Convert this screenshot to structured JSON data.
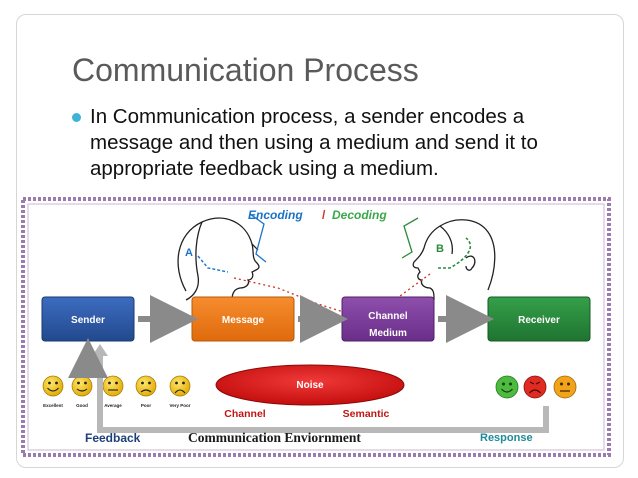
{
  "slide": {
    "title": "Communication Process",
    "bullet": "In Communication process, a sender encodes a message and then using a medium and send it to appropriate feedback using a medium."
  },
  "diagram": {
    "encoding": "Encoding",
    "slash": "/",
    "decoding": "Decoding",
    "label_a": "A",
    "label_b": "B",
    "sender": "Sender",
    "message": "Message",
    "channel": "Channel",
    "medium": "Medium",
    "receiver": "Receiver",
    "noise": "Noise",
    "noise_channel": "Channel",
    "noise_semantic": "Semantic",
    "feedback": "Feedback",
    "environment": "Communication Enviornment",
    "response": "Response",
    "ratings": [
      "Excellent",
      "Good",
      "Average",
      "Poor",
      "Very Poor"
    ],
    "colors": {
      "sender": "#2e5aa8",
      "message": "#f07d1a",
      "channel": "#7e3f9c",
      "receiver": "#2c8b3d",
      "noise": "#e01818",
      "encoding_text": "#1a73c9",
      "decoding_text": "#3aa84a",
      "border": "#9a7bb0"
    }
  }
}
